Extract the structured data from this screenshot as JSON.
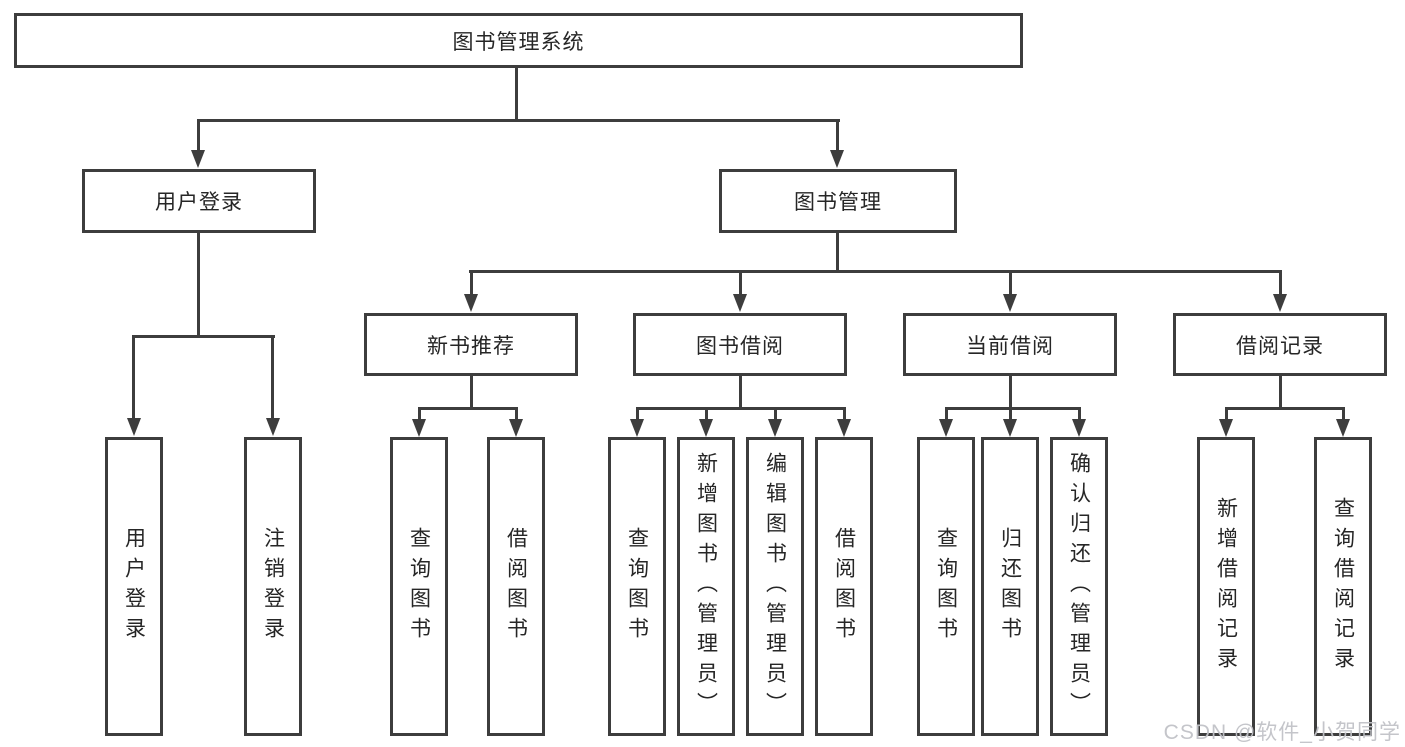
{
  "diagram": {
    "title": "图书管理系统",
    "nodes": {
      "root": "图书管理系统",
      "user_login": "用户登录",
      "book_mgmt": "图书管理",
      "new_book_rec": "新书推荐",
      "book_borrow": "图书借阅",
      "current_borrow": "当前借阅",
      "borrow_record": "借阅记录"
    },
    "leaves": {
      "user_login": [
        "用户登录",
        "注销登录"
      ],
      "new_book_rec": [
        "查询图书",
        "借阅图书"
      ],
      "book_borrow": [
        "查询图书",
        "新增图书（管理员）",
        "编辑图书（管理员）",
        "借阅图书"
      ],
      "current_borrow": [
        "查询图书",
        "归还图书",
        "确认归还（管理员）"
      ],
      "borrow_record": [
        "新增借阅记录",
        "查询借阅记录"
      ]
    }
  },
  "watermark": "CSDN @软件_小贺同学",
  "colors": {
    "line": "#3d3d3d",
    "box_border": "#3d3d3d",
    "text": "#262626",
    "watermark": "#c1c2c7",
    "background": "#ffffff"
  }
}
